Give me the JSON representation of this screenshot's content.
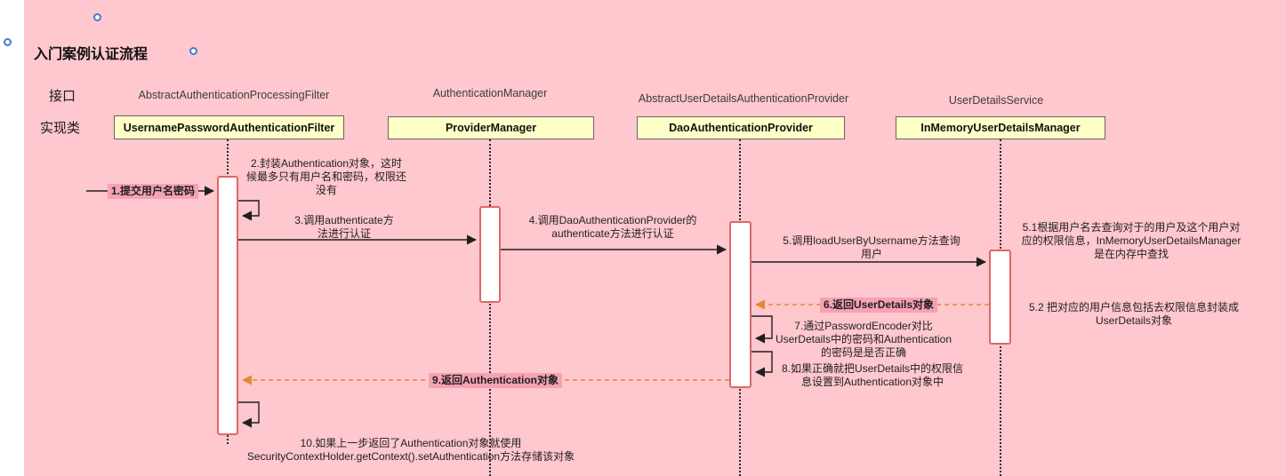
{
  "title": "入门案例认证流程",
  "row_labels": {
    "interface": "接口",
    "implementation": "实现类"
  },
  "lifelines": [
    {
      "interface": "AbstractAuthenticationProcessingFilter",
      "implementation": "UsernamePasswordAuthenticationFilter"
    },
    {
      "interface": "AuthenticationManager",
      "implementation": "ProviderManager"
    },
    {
      "interface": "AbstractUserDetailsAuthenticationProvider",
      "implementation": "DaoAuthenticationProvider"
    },
    {
      "interface": "UserDetailsService",
      "implementation": "InMemoryUserDetailsManager"
    }
  ],
  "messages": {
    "m1": "1.提交用户名密码",
    "m2": "2.封装Authentication对象，这时候最多只有用户名和密码，权限还没有",
    "m3": "3.调用authenticate方法进行认证",
    "m4": "4.调用DaoAuthenticationProvider的authenticate方法进行认证",
    "m5": "5.调用loadUserByUsername方法查询用户",
    "m5_1": "5.1根据用户名去查询对于的用户及这个用户对应的权限信息，InMemoryUserDetailsManager是在内存中查找",
    "m6": "6.返回UserDetails对象",
    "m5_2": "5.2 把对应的用户信息包括去权限信息封装成UserDetails对象",
    "m7": "7.通过PasswordEncoder对比UserDetails中的密码和Authentication的密码是是否正确",
    "m8": "8.如果正确就把UserDetails中的权限信息设置到Authentication对象中",
    "m9": "9.返回Authentication对象",
    "m10": "10.如果上一步返回了Authentication对象就使用SecurityContextHolder.getContext().setAuthentication方法存储该对象"
  },
  "colors": {
    "background": "#ffc7ce",
    "node_fill": "#ffffc8",
    "node_border": "#666666",
    "activation_border": "#e06666",
    "solid_arrow": "#1f1f1f",
    "return_arrow": "#e2892f",
    "highlight": "#f6a2b4",
    "anchor_dot": "#3b7fd4"
  }
}
